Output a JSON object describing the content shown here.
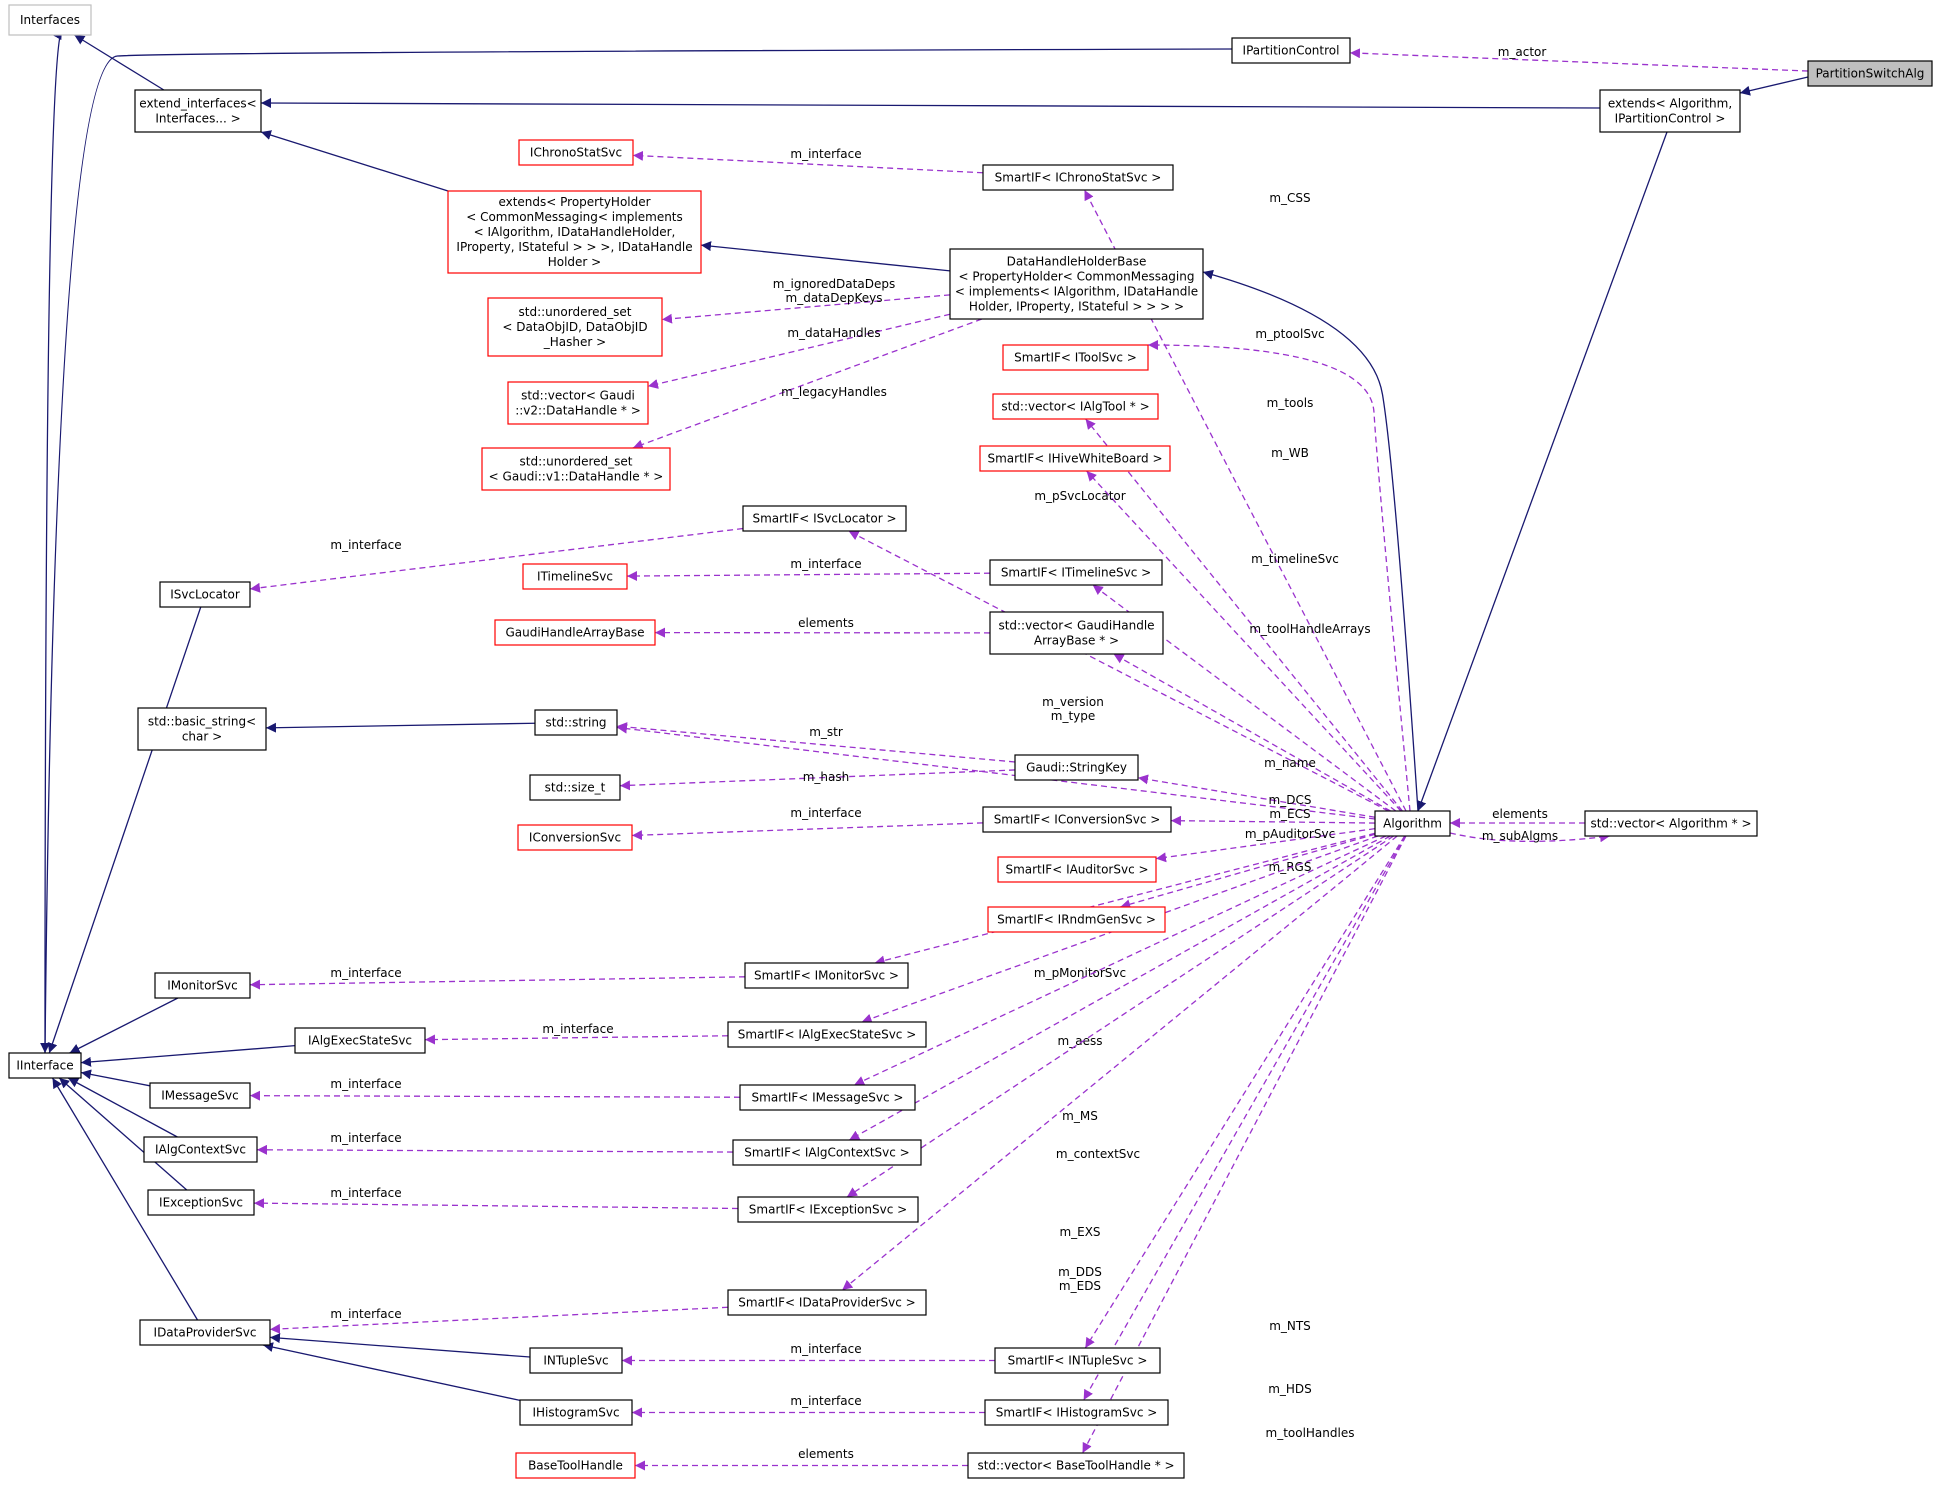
{
  "colors": {
    "inherit": "#191970",
    "usage": "#9a32cd",
    "node_black": "#000000",
    "node_red": "#ff0000",
    "node_gray": "#bfbfbf",
    "focus_fill": "#bfbfbf"
  },
  "nodes": [
    {
      "id": "Interfaces",
      "lines": [
        "Interfaces"
      ],
      "style": "gray"
    },
    {
      "id": "IPartitionControl",
      "lines": [
        "IPartitionControl"
      ],
      "style": "black"
    },
    {
      "id": "PartitionSwitchAlg",
      "lines": [
        "PartitionSwitchAlg"
      ],
      "style": "focus"
    },
    {
      "id": "extend_interfaces",
      "lines": [
        "extend_interfaces<",
        "Interfaces... >"
      ],
      "style": "black"
    },
    {
      "id": "extends_Algorithm",
      "lines": [
        "extends< Algorithm,",
        "IPartitionControl >"
      ],
      "style": "black"
    },
    {
      "id": "IChronoStatSvc",
      "lines": [
        "IChronoStatSvc"
      ],
      "style": "red"
    },
    {
      "id": "SmartIF_IChronoStatSvc",
      "lines": [
        "SmartIF< IChronoStatSvc >"
      ],
      "style": "black"
    },
    {
      "id": "extends_PropertyHolder",
      "lines": [
        "extends< PropertyHolder",
        "< CommonMessaging< implements",
        "< IAlgorithm, IDataHandleHolder,",
        " IProperty, IStateful > > >, IDataHandle",
        "Holder >"
      ],
      "style": "red"
    },
    {
      "id": "DataHandleHolderBase",
      "lines": [
        "DataHandleHolderBase",
        "< PropertyHolder< CommonMessaging",
        "< implements< IAlgorithm, IDataHandle",
        "Holder, IProperty, IStateful > > > >"
      ],
      "style": "black"
    },
    {
      "id": "unordered_set_DataObjID",
      "lines": [
        "std::unordered_set",
        "< DataObjID, DataObjID",
        "_Hasher >"
      ],
      "style": "red"
    },
    {
      "id": "vector_v2_DataHandle",
      "lines": [
        "std::vector< Gaudi",
        "::v2::DataHandle * >"
      ],
      "style": "red"
    },
    {
      "id": "unordered_set_v1",
      "lines": [
        "std::unordered_set",
        "< Gaudi::v1::DataHandle * >"
      ],
      "style": "red"
    },
    {
      "id": "SmartIF_IToolSvc",
      "lines": [
        "SmartIF< IToolSvc >"
      ],
      "style": "red"
    },
    {
      "id": "vector_IAlgTool",
      "lines": [
        "std::vector< IAlgTool * >"
      ],
      "style": "red"
    },
    {
      "id": "SmartIF_IHiveWhiteBoard",
      "lines": [
        "SmartIF< IHiveWhiteBoard >"
      ],
      "style": "red"
    },
    {
      "id": "SmartIF_ISvcLocator",
      "lines": [
        "SmartIF< ISvcLocator >"
      ],
      "style": "black"
    },
    {
      "id": "ISvcLocator",
      "lines": [
        "ISvcLocator"
      ],
      "style": "black"
    },
    {
      "id": "ITimelineSvc",
      "lines": [
        "ITimelineSvc"
      ],
      "style": "red"
    },
    {
      "id": "SmartIF_ITimelineSvc",
      "lines": [
        "SmartIF< ITimelineSvc >"
      ],
      "style": "black"
    },
    {
      "id": "GaudiHandleArrayBase",
      "lines": [
        "GaudiHandleArrayBase"
      ],
      "style": "red"
    },
    {
      "id": "vector_GaudiHandleArrayBase",
      "lines": [
        "std::vector< GaudiHandle",
        "ArrayBase * >"
      ],
      "style": "black"
    },
    {
      "id": "basic_string",
      "lines": [
        "std::basic_string<",
        "char >"
      ],
      "style": "black"
    },
    {
      "id": "std_string",
      "lines": [
        "std::string"
      ],
      "style": "black"
    },
    {
      "id": "StringKey",
      "lines": [
        "Gaudi::StringKey"
      ],
      "style": "black"
    },
    {
      "id": "size_t",
      "lines": [
        "std::size_t"
      ],
      "style": "black"
    },
    {
      "id": "IConversionSvc",
      "lines": [
        "IConversionSvc"
      ],
      "style": "red"
    },
    {
      "id": "SmartIF_IConversionSvc",
      "lines": [
        "SmartIF< IConversionSvc >"
      ],
      "style": "black"
    },
    {
      "id": "Algorithm",
      "lines": [
        "Algorithm"
      ],
      "style": "black"
    },
    {
      "id": "vector_Algorithm",
      "lines": [
        "std::vector< Algorithm * >"
      ],
      "style": "black"
    },
    {
      "id": "SmartIF_IAuditorSvc",
      "lines": [
        "SmartIF< IAuditorSvc >"
      ],
      "style": "red"
    },
    {
      "id": "SmartIF_IRndmGenSvc",
      "lines": [
        "SmartIF< IRndmGenSvc >"
      ],
      "style": "red"
    },
    {
      "id": "IMonitorSvc",
      "lines": [
        "IMonitorSvc"
      ],
      "style": "black"
    },
    {
      "id": "SmartIF_IMonitorSvc",
      "lines": [
        "SmartIF< IMonitorSvc >"
      ],
      "style": "black"
    },
    {
      "id": "IAlgExecStateSvc",
      "lines": [
        "IAlgExecStateSvc"
      ],
      "style": "black"
    },
    {
      "id": "SmartIF_IAlgExecStateSvc",
      "lines": [
        "SmartIF< IAlgExecStateSvc >"
      ],
      "style": "black"
    },
    {
      "id": "IInterface",
      "lines": [
        "IInterface"
      ],
      "style": "black"
    },
    {
      "id": "IMessageSvc",
      "lines": [
        "IMessageSvc"
      ],
      "style": "black"
    },
    {
      "id": "SmartIF_IMessageSvc",
      "lines": [
        "SmartIF< IMessageSvc >"
      ],
      "style": "black"
    },
    {
      "id": "IAlgContextSvc",
      "lines": [
        "IAlgContextSvc"
      ],
      "style": "black"
    },
    {
      "id": "SmartIF_IAlgContextSvc",
      "lines": [
        "SmartIF< IAlgContextSvc >"
      ],
      "style": "black"
    },
    {
      "id": "IExceptionSvc",
      "lines": [
        "IExceptionSvc"
      ],
      "style": "black"
    },
    {
      "id": "SmartIF_IExceptionSvc",
      "lines": [
        "SmartIF< IExceptionSvc >"
      ],
      "style": "black"
    },
    {
      "id": "IDataProviderSvc",
      "lines": [
        "IDataProviderSvc"
      ],
      "style": "black"
    },
    {
      "id": "SmartIF_IDataProviderSvc",
      "lines": [
        "SmartIF< IDataProviderSvc >"
      ],
      "style": "black"
    },
    {
      "id": "INTupleSvc",
      "lines": [
        "INTupleSvc"
      ],
      "style": "black"
    },
    {
      "id": "SmartIF_INTupleSvc",
      "lines": [
        "SmartIF< INTupleSvc >"
      ],
      "style": "black"
    },
    {
      "id": "IHistogramSvc",
      "lines": [
        "IHistogramSvc"
      ],
      "style": "black"
    },
    {
      "id": "SmartIF_IHistogramSvc",
      "lines": [
        "SmartIF< IHistogramSvc >"
      ],
      "style": "black"
    },
    {
      "id": "BaseToolHandle",
      "lines": [
        "BaseToolHandle"
      ],
      "style": "red"
    },
    {
      "id": "vector_BaseToolHandle",
      "lines": [
        "std::vector< BaseToolHandle * >"
      ],
      "style": "black"
    }
  ],
  "edges": [
    {
      "from": "extend_interfaces",
      "to": "Interfaces",
      "kind": "inherit"
    },
    {
      "from": "IInterface",
      "to": "Interfaces",
      "kind": "inherit"
    },
    {
      "from": "PartitionSwitchAlg",
      "to": "IPartitionControl",
      "kind": "usage",
      "label": [
        "m_actor"
      ]
    },
    {
      "from": "PartitionSwitchAlg",
      "to": "extends_Algorithm",
      "kind": "inherit"
    },
    {
      "from": "extends_Algorithm",
      "to": "extend_interfaces",
      "kind": "inherit"
    },
    {
      "from": "extends_PropertyHolder",
      "to": "extend_interfaces",
      "kind": "inherit"
    },
    {
      "from": "SmartIF_IChronoStatSvc",
      "to": "IChronoStatSvc",
      "kind": "usage",
      "label": [
        "m_interface"
      ]
    },
    {
      "from": "DataHandleHolderBase",
      "to": "extends_PropertyHolder",
      "kind": "inherit"
    },
    {
      "from": "DataHandleHolderBase",
      "to": "unordered_set_DataObjID",
      "kind": "usage",
      "label": [
        "m_ignoredDataDeps",
        "m_dataDepKeys"
      ]
    },
    {
      "from": "DataHandleHolderBase",
      "to": "vector_v2_DataHandle",
      "kind": "usage",
      "label": [
        "m_dataHandles"
      ]
    },
    {
      "from": "DataHandleHolderBase",
      "to": "unordered_set_v1",
      "kind": "usage",
      "label": [
        "m_legacyHandles"
      ]
    },
    {
      "from": "SmartIF_ISvcLocator",
      "to": "ISvcLocator",
      "kind": "usage",
      "label": [
        "m_interface"
      ]
    },
    {
      "from": "SmartIF_ITimelineSvc",
      "to": "ITimelineSvc",
      "kind": "usage",
      "label": [
        "m_interface"
      ]
    },
    {
      "from": "vector_GaudiHandleArrayBase",
      "to": "GaudiHandleArrayBase",
      "kind": "usage",
      "label": [
        "elements"
      ]
    },
    {
      "from": "std_string",
      "to": "basic_string",
      "kind": "inherit"
    },
    {
      "from": "StringKey",
      "to": "std_string",
      "kind": "usage",
      "label": [
        "m_str"
      ]
    },
    {
      "from": "StringKey",
      "to": "size_t",
      "kind": "usage",
      "label": [
        "m_hash"
      ]
    },
    {
      "from": "SmartIF_IConversionSvc",
      "to": "IConversionSvc",
      "kind": "usage",
      "label": [
        "m_interface"
      ]
    },
    {
      "from": "Algorithm",
      "to": "extends_Algorithm",
      "kind": "inherit"
    },
    {
      "from": "Algorithm",
      "to": "DataHandleHolderBase",
      "kind": "inherit"
    },
    {
      "from": "Algorithm",
      "to": "SmartIF_IChronoStatSvc",
      "kind": "usage",
      "label": [
        "m_CSS"
      ]
    },
    {
      "from": "Algorithm",
      "to": "SmartIF_IToolSvc",
      "kind": "usage",
      "label": [
        "m_ptoolSvc"
      ]
    },
    {
      "from": "Algorithm",
      "to": "vector_IAlgTool",
      "kind": "usage",
      "label": [
        "m_tools"
      ]
    },
    {
      "from": "Algorithm",
      "to": "SmartIF_IHiveWhiteBoard",
      "kind": "usage",
      "label": [
        "m_WB"
      ]
    },
    {
      "from": "Algorithm",
      "to": "SmartIF_ISvcLocator",
      "kind": "usage",
      "label": [
        "m_pSvcLocator"
      ]
    },
    {
      "from": "Algorithm",
      "to": "SmartIF_ITimelineSvc",
      "kind": "usage",
      "label": [
        "m_timelineSvc"
      ]
    },
    {
      "from": "Algorithm",
      "to": "vector_GaudiHandleArrayBase",
      "kind": "usage",
      "label": [
        "m_toolHandleArrays"
      ]
    },
    {
      "from": "Algorithm",
      "to": "std_string",
      "kind": "usage",
      "label": [
        "m_version",
        "m_type"
      ]
    },
    {
      "from": "Algorithm",
      "to": "StringKey",
      "kind": "usage",
      "label": [
        "m_name"
      ]
    },
    {
      "from": "Algorithm",
      "to": "SmartIF_IConversionSvc",
      "kind": "usage",
      "label": [
        "m_DCS",
        "m_ECS"
      ]
    },
    {
      "from": "Algorithm",
      "to": "SmartIF_IAuditorSvc",
      "kind": "usage",
      "label": [
        "m_pAuditorSvc"
      ]
    },
    {
      "from": "Algorithm",
      "to": "SmartIF_IRndmGenSvc",
      "kind": "usage",
      "label": [
        "m_RGS"
      ]
    },
    {
      "from": "Algorithm",
      "to": "SmartIF_IMonitorSvc",
      "kind": "usage",
      "label": [
        "m_pMonitorSvc"
      ]
    },
    {
      "from": "Algorithm",
      "to": "SmartIF_IAlgExecStateSvc",
      "kind": "usage",
      "label": [
        "m_aess"
      ]
    },
    {
      "from": "Algorithm",
      "to": "SmartIF_IMessageSvc",
      "kind": "usage",
      "label": [
        "m_MS"
      ]
    },
    {
      "from": "Algorithm",
      "to": "SmartIF_IAlgContextSvc",
      "kind": "usage",
      "label": [
        "m_contextSvc"
      ]
    },
    {
      "from": "Algorithm",
      "to": "SmartIF_IExceptionSvc",
      "kind": "usage",
      "label": [
        "m_EXS"
      ]
    },
    {
      "from": "Algorithm",
      "to": "SmartIF_IDataProviderSvc",
      "kind": "usage",
      "label": [
        "m_DDS",
        "m_EDS"
      ]
    },
    {
      "from": "Algorithm",
      "to": "SmartIF_INTupleSvc",
      "kind": "usage",
      "label": [
        "m_NTS"
      ]
    },
    {
      "from": "Algorithm",
      "to": "SmartIF_IHistogramSvc",
      "kind": "usage",
      "label": [
        "m_HDS"
      ]
    },
    {
      "from": "Algorithm",
      "to": "vector_BaseToolHandle",
      "kind": "usage",
      "label": [
        "m_toolHandles"
      ]
    },
    {
      "from": "vector_Algorithm",
      "to": "Algorithm",
      "kind": "usage",
      "label": [
        "elements"
      ]
    },
    {
      "from": "Algorithm",
      "to": "vector_Algorithm",
      "kind": "usage",
      "label": [
        "m_subAlgms"
      ]
    },
    {
      "from": "SmartIF_IMonitorSvc",
      "to": "IMonitorSvc",
      "kind": "usage",
      "label": [
        "m_interface"
      ]
    },
    {
      "from": "SmartIF_IAlgExecStateSvc",
      "to": "IAlgExecStateSvc",
      "kind": "usage",
      "label": [
        "m_interface"
      ]
    },
    {
      "from": "SmartIF_IMessageSvc",
      "to": "IMessageSvc",
      "kind": "usage",
      "label": [
        "m_interface"
      ]
    },
    {
      "from": "SmartIF_IAlgContextSvc",
      "to": "IAlgContextSvc",
      "kind": "usage",
      "label": [
        "m_interface"
      ]
    },
    {
      "from": "SmartIF_IExceptionSvc",
      "to": "IExceptionSvc",
      "kind": "usage",
      "label": [
        "m_interface"
      ]
    },
    {
      "from": "SmartIF_IDataProviderSvc",
      "to": "IDataProviderSvc",
      "kind": "usage",
      "label": [
        "m_interface"
      ]
    },
    {
      "from": "SmartIF_INTupleSvc",
      "to": "INTupleSvc",
      "kind": "usage",
      "label": [
        "m_interface"
      ]
    },
    {
      "from": "SmartIF_IHistogramSvc",
      "to": "IHistogramSvc",
      "kind": "usage",
      "label": [
        "m_interface"
      ]
    },
    {
      "from": "vector_BaseToolHandle",
      "to": "BaseToolHandle",
      "kind": "usage",
      "label": [
        "elements"
      ]
    },
    {
      "from": "IPartitionControl",
      "to": "IInterface",
      "kind": "inherit"
    },
    {
      "from": "ISvcLocator",
      "to": "IInterface",
      "kind": "inherit"
    },
    {
      "from": "IMonitorSvc",
      "to": "IInterface",
      "kind": "inherit"
    },
    {
      "from": "IAlgExecStateSvc",
      "to": "IInterface",
      "kind": "inherit"
    },
    {
      "from": "IMessageSvc",
      "to": "IInterface",
      "kind": "inherit"
    },
    {
      "from": "IAlgContextSvc",
      "to": "IInterface",
      "kind": "inherit"
    },
    {
      "from": "IExceptionSvc",
      "to": "IInterface",
      "kind": "inherit"
    },
    {
      "from": "IDataProviderSvc",
      "to": "IInterface",
      "kind": "inherit"
    },
    {
      "from": "INTupleSvc",
      "to": "IDataProviderSvc",
      "kind": "inherit"
    },
    {
      "from": "IHistogramSvc",
      "to": "IDataProviderSvc",
      "kind": "inherit"
    }
  ]
}
